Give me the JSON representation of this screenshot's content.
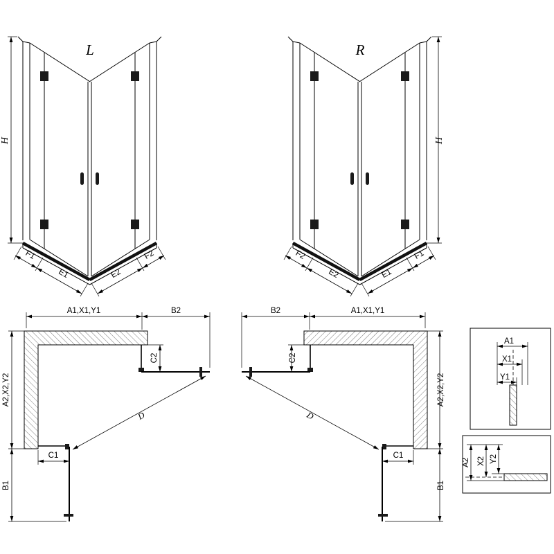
{
  "perspective_left": {
    "label": "L",
    "height_label": "H",
    "bottom_labels": [
      "F1",
      "E1",
      "E2",
      "F2"
    ]
  },
  "perspective_right": {
    "label": "R",
    "height_label": "H",
    "bottom_labels": [
      "F2",
      "E2",
      "E1",
      "F1"
    ]
  },
  "plan_left": {
    "width_label": "A1,X1,Y1",
    "door_width_label": "B2",
    "side_fixed_label": "C2",
    "depth_label": "A2,X2,Y2",
    "bottom_fixed_label": "C1",
    "bottom_door_label": "B1",
    "diagonal_label": "D"
  },
  "plan_right": {
    "width_label": "A1,X1,Y1",
    "door_width_label": "B2",
    "side_fixed_label": "C2",
    "depth_label": "A2,X2,Y2",
    "bottom_fixed_label": "C1",
    "bottom_door_label": "B1",
    "diagonal_label": "D"
  },
  "detail_width": {
    "labels": [
      "A1",
      "X1",
      "Y1"
    ]
  },
  "detail_depth": {
    "labels": [
      "A2",
      "X2",
      "Y2"
    ]
  }
}
